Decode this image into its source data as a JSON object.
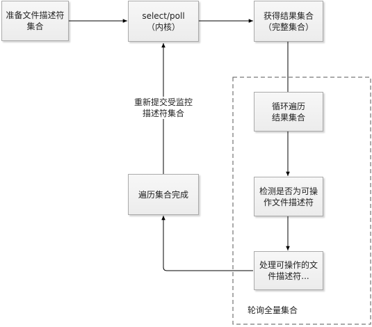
{
  "nodes": {
    "prepare": [
      "准备文件描述符",
      "集合"
    ],
    "select": [
      "select/poll",
      "（内核）"
    ],
    "result": [
      "获得结果集合",
      "（完整集合）"
    ],
    "loop": [
      "循环遍历",
      "结果集合"
    ],
    "check": [
      "检测是否为可操",
      "作文件描述符"
    ],
    "process": [
      "处理可操作的文",
      "件描述符..."
    ],
    "done": [
      "遍历集合完成"
    ]
  },
  "labels": {
    "resubmit": [
      "重新提交受监控",
      "描述符集合"
    ],
    "poll_all": "轮询全量集合"
  },
  "colors": {
    "box_border": "#aaaaaa",
    "line": "#000000",
    "dashed": "#555555"
  }
}
